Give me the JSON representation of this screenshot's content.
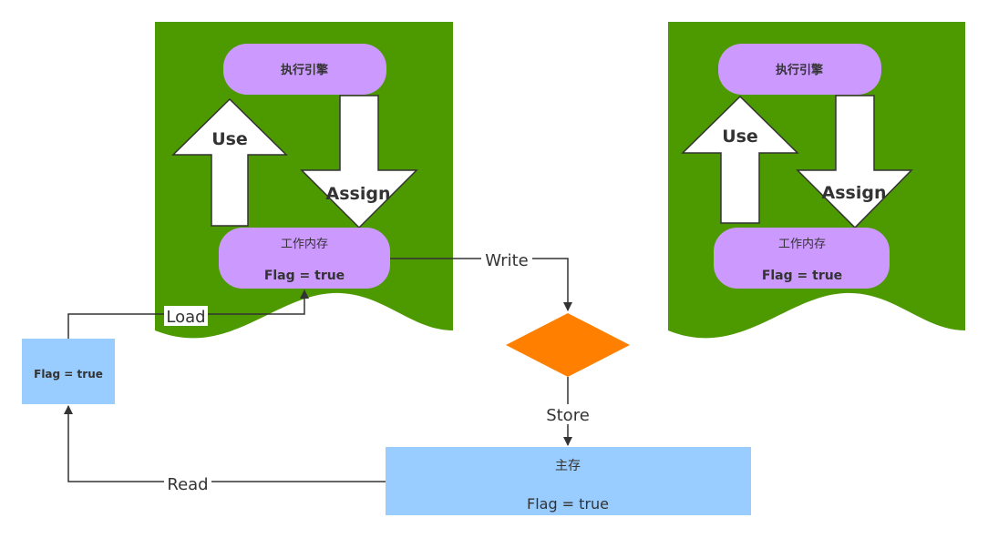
{
  "colors": {
    "thread_bg": "#4d9900",
    "pill": "#cc99ff",
    "blue_box": "#99ccff",
    "diamond": "#ff8000",
    "arrow_fill": "#ffffff",
    "line": "#333333"
  },
  "threads": [
    {
      "engine_label": "执行引擎",
      "use_label": "Use",
      "assign_label": "Assign",
      "memory_title": "工作内存",
      "memory_value": "Flag = true"
    },
    {
      "engine_label": "执行引擎",
      "use_label": "Use",
      "assign_label": "Assign",
      "memory_title": "工作内存",
      "memory_value": "Flag = true"
    }
  ],
  "local_copy": {
    "value": "Flag = true"
  },
  "main_memory": {
    "title": "主存",
    "value": "Flag = true"
  },
  "connectors": {
    "write_label": "Write",
    "store_label": "Store",
    "read_label": "Read",
    "load_label": "Load"
  }
}
